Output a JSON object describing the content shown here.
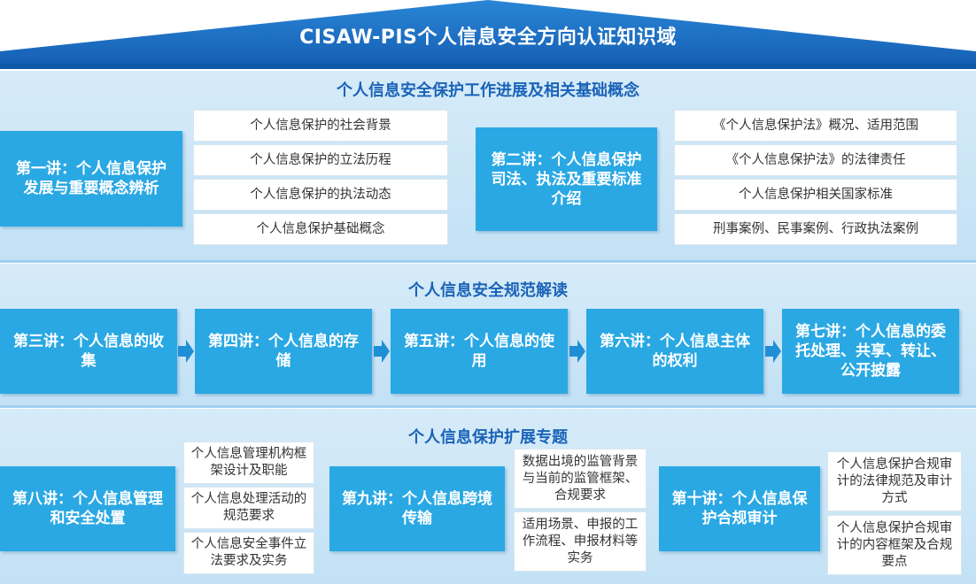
{
  "colors": {
    "roof_blue": "#1f6fc4",
    "band_bg": "#c9e4f6",
    "lecture_blue": "#2aa8e4",
    "section_title": "#1a63b8",
    "arrow_blue": "#1e8fd6"
  },
  "header": {
    "title": "CISAW-PIS个人信息安全方向认证知识域"
  },
  "section1": {
    "title": "个人信息安全保护工作进展及相关基础概念",
    "lecture1": {
      "label": "第一讲：个人信息保护发展与重要概念辨析",
      "topics": [
        "个人信息保护的社会背景",
        "个人信息保护的立法历程",
        "个人信息保护的执法动态",
        "个人信息保护基础概念"
      ]
    },
    "lecture2": {
      "label": "第二讲：个人信息保护司法、执法及重要标准介绍",
      "topics": [
        "《个人信息保护法》概况、适用范围",
        "《个人信息保护法》的法律责任",
        "个人信息保护相关国家标准",
        "刑事案例、民事案例、行政执法案例"
      ]
    }
  },
  "section2": {
    "title": "个人信息安全规范解读",
    "lectures": [
      "第三讲：个人信息的收集",
      "第四讲：个人信息的存储",
      "第五讲：个人信息的使用",
      "第六讲：个人信息主体的权利",
      "第七讲：个人信息的委托处理、共享、转让、公开披露"
    ]
  },
  "section3": {
    "title": "个人信息保护扩展专题",
    "lecture8": {
      "label": "第八讲：个人信息管理和安全处置",
      "topics": [
        "个人信息管理机构框架设计及职能",
        "个人信息处理活动的规范要求",
        "个人信息安全事件立法要求及实务"
      ]
    },
    "lecture9": {
      "label": "第九讲：个人信息跨境传输",
      "topics": [
        "数据出境的监管背景与当前的监管框架、合规要求",
        "适用场景、申报的工作流程、申报材料等实务"
      ]
    },
    "lecture10": {
      "label": "第十讲：个人信息保护合规审计",
      "topics": [
        "个人信息保护合规审计的法律规范及审计方式",
        "个人信息保护合规审计的内容框架及合规要点"
      ]
    }
  }
}
